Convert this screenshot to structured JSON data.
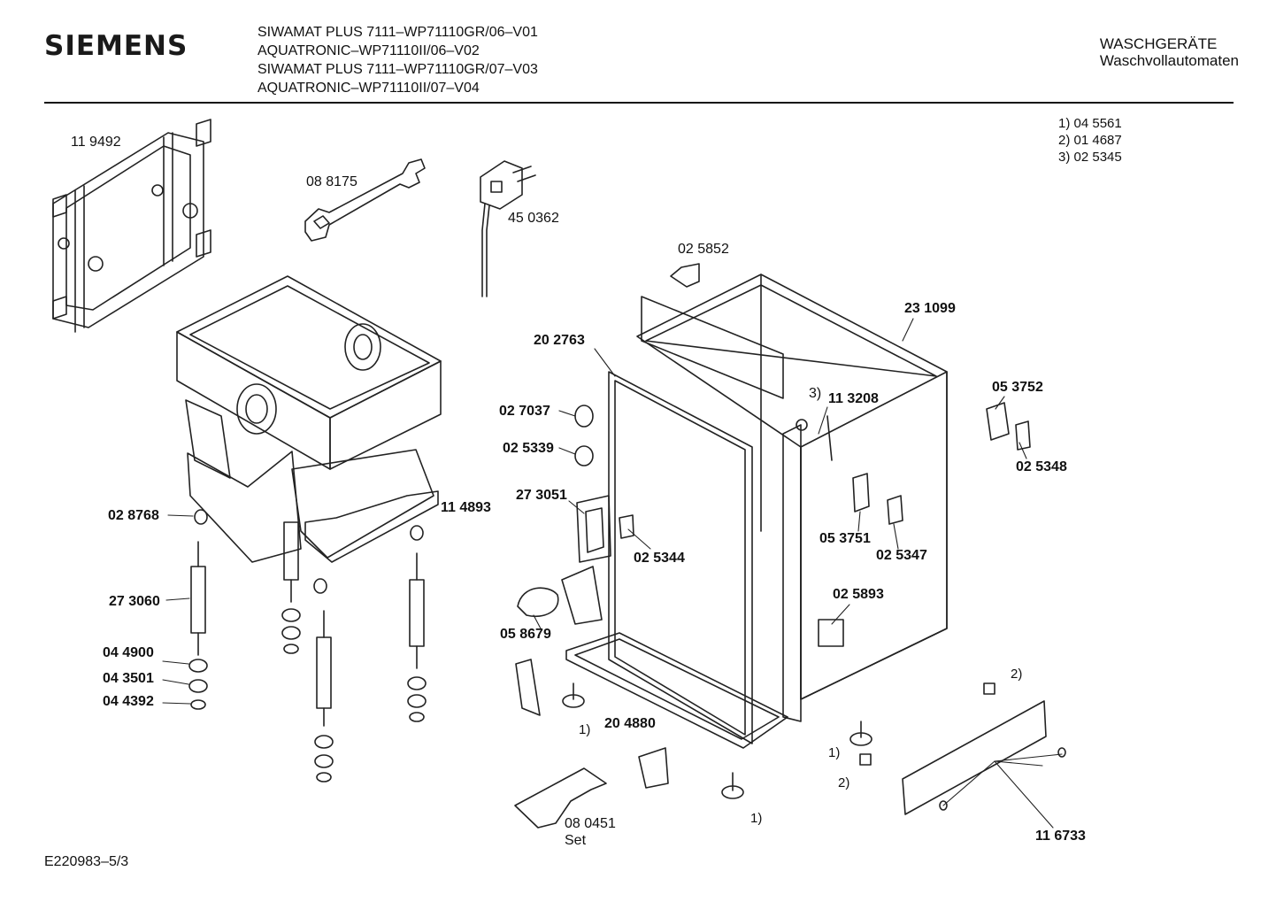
{
  "header": {
    "brand": "SIEMENS",
    "models": [
      "SIWAMAT PLUS 7111–WP71110GR/06–V01",
      "AQUATRONIC–WP71110II/06–V02",
      "SIWAMAT PLUS 7111–WP71110GR/07–V03",
      "AQUATRONIC–WP71110II/07–V04"
    ],
    "category_line1": "WASCHGERÄTE",
    "category_line2": "Waschvollautomaten"
  },
  "notes": [
    "1)  04 5561",
    "2)  01 4687",
    "3)  02 5345"
  ],
  "parts": {
    "p119492": "11 9492",
    "p088175": "08 8175",
    "p450362": "45 0362",
    "p025852": "02 5852",
    "p231099": "23 1099",
    "p202763": "20 2763",
    "p027037": "02 7037",
    "p025339": "02 5339",
    "p273051": "27 3051",
    "p113208": "11 3208",
    "ref3": "3)",
    "p053752": "05 3752",
    "p025348": "02 5348",
    "p028768": "02 8768",
    "p114893": "11 4893",
    "p025344": "02 5344",
    "p053751": "05 3751",
    "p025347": "02 5347",
    "p273060": "27 3060",
    "p058679": "05 8679",
    "p025893": "02 5893",
    "p044900": "04 4900",
    "p043501": "04 3501",
    "p044392": "04 4392",
    "ref2a": "2)",
    "ref1a": "1)",
    "p204880": "20 4880",
    "ref1b": "1)",
    "ref2b": "2)",
    "p080451": "08 0451",
    "set": "Set",
    "ref1c": "1)",
    "p116733": "11 6733"
  },
  "footer": {
    "code": "E220983–5/3"
  }
}
